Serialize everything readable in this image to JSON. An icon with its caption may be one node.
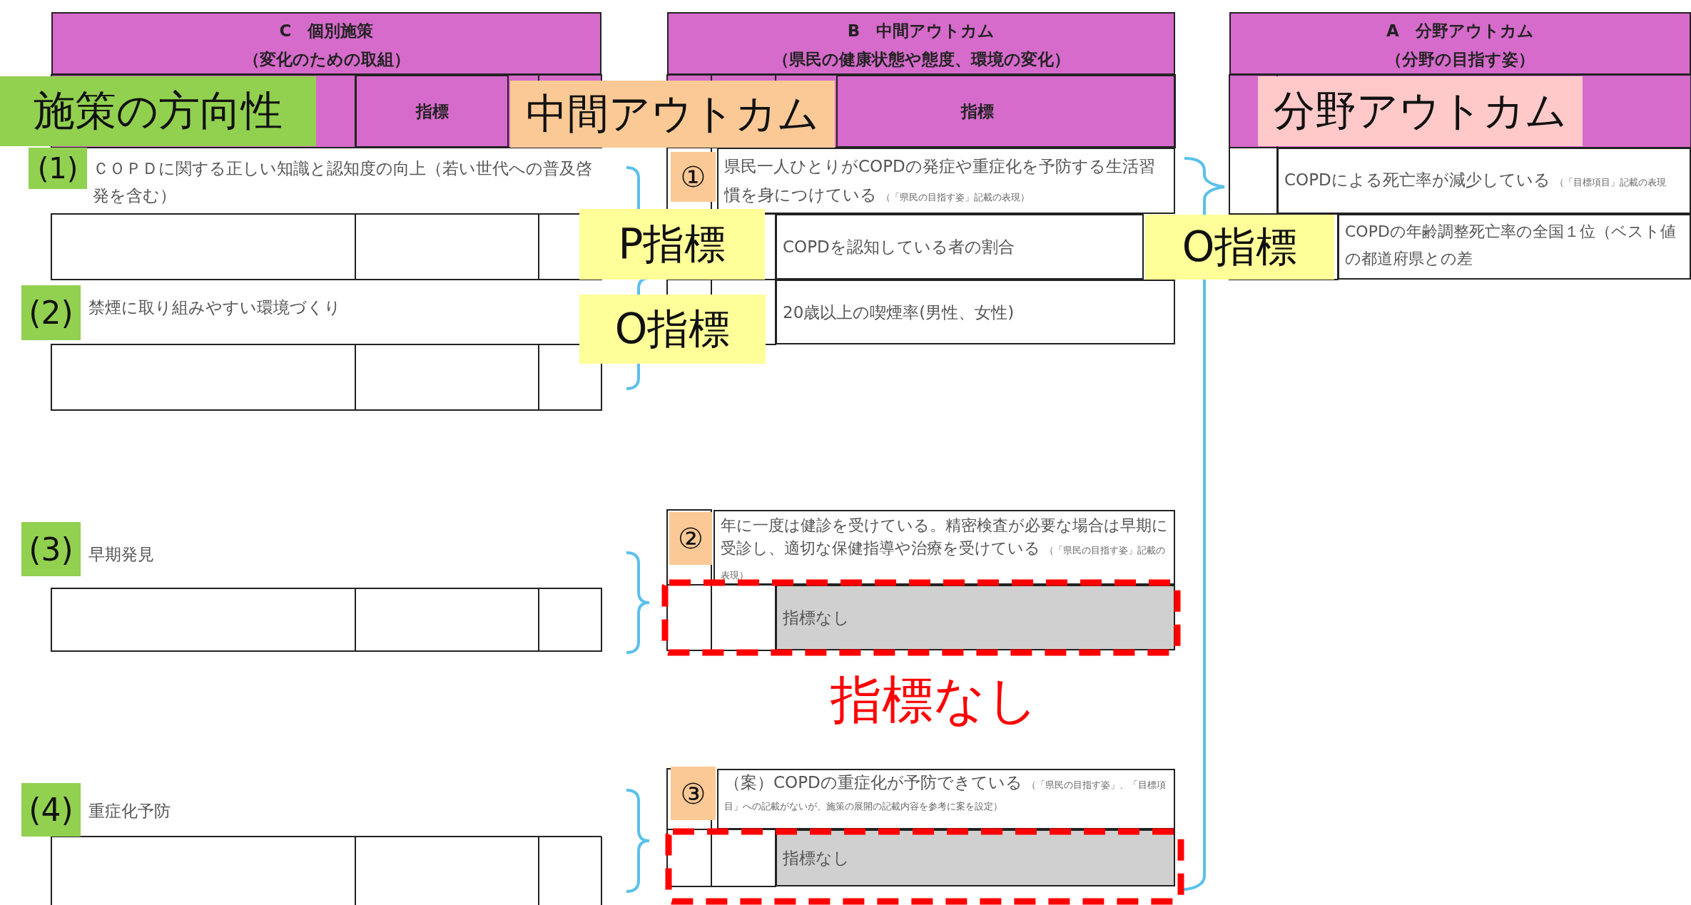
{
  "diagram": {
    "nodes": [
      {
        "text": [
          "C　個別施策",
          "（変化のための取組）"
        ]
      },
      {
        "text": [
          "指標"
        ]
      },
      {
        "text": [
          "施策の方向性"
        ]
      },
      {
        "text": [
          "(1)"
        ]
      },
      {
        "text": [
          "ＣＯＰＤに関する正しい知識と認知度の向上（若い世代への普及啓発を含む）"
        ]
      },
      {
        "text": [
          "(2)"
        ]
      },
      {
        "text": [
          "禁煙に取り組みやすい環境づくり"
        ]
      },
      {
        "text": [
          "(3)"
        ]
      },
      {
        "text": [
          "早期発見"
        ]
      },
      {
        "text": [
          "(4)"
        ]
      },
      {
        "text": [
          "重症化予防"
        ]
      },
      {
        "text": [
          "B　中間アウトカム",
          "（県民の健康状態や態度、環境の変化）"
        ]
      },
      {
        "text": [
          "指標"
        ]
      },
      {
        "text": [
          "中間アウトカム"
        ]
      },
      {
        "text": [
          "①"
        ]
      },
      {
        "text": [
          "県民一人ひとりがCOPDの発症や重症化を予防する生活習慣を身につけている",
          "（「県民の目指す姿」記載の表現）"
        ]
      },
      {
        "text": [
          "P指標"
        ]
      },
      {
        "text": [
          "COPDを認知している者の割合"
        ]
      },
      {
        "text": [
          "O指標"
        ]
      },
      {
        "text": [
          "20歳以上の喫煙率(男性、女性)"
        ]
      },
      {
        "text": [
          "②"
        ]
      },
      {
        "text": [
          "年に一度は健診を受けている。精密検査が必要な場合は早期に受診し、適切な保健指導や治療を受けている",
          "（「県民の目指す姿」記載の表現）"
        ]
      },
      {
        "text": [
          "指標なし"
        ]
      },
      {
        "text": [
          "③"
        ]
      },
      {
        "text": [
          "（案）COPDの重症化が予防できている",
          "（「県民の目指す姿」、「目標項目」への記載がないが、施策の展開の記載内容を参考に案を設定）"
        ]
      },
      {
        "text": [
          "指標なし"
        ]
      },
      {
        "text": [
          "A　分野アウトカム",
          "（分野の目指す姿）"
        ]
      },
      {
        "text": [
          "分野アウトカム"
        ]
      },
      {
        "text": [
          "COPDによる死亡率が減少している",
          "（「目標項目」記載の表現"
        ]
      },
      {
        "text": [
          "O指標"
        ]
      },
      {
        "text": [
          "COPDの年齢調整死亡率の全国１位（ベスト値の都道府県との差"
        ]
      }
    ],
    "labels": [
      "指標なし"
    ]
  }
}
